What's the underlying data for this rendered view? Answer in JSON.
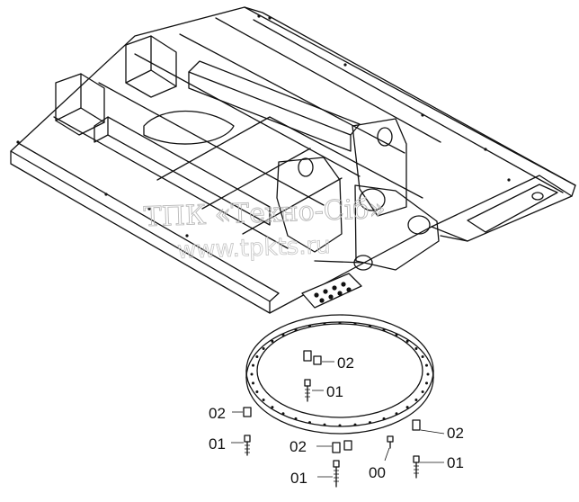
{
  "watermark": {
    "line1": "ТПК «Техно-Сіб»",
    "line2": "www.tpkts.ru"
  },
  "callouts": [
    {
      "id": "bolt-inner",
      "text": "01"
    },
    {
      "id": "spacer-inner",
      "text": "02"
    },
    {
      "id": "spacer-left",
      "text": "02"
    },
    {
      "id": "bolt-left",
      "text": "01"
    },
    {
      "id": "spacer-mid",
      "text": "02"
    },
    {
      "id": "bolt-mid",
      "text": "01"
    },
    {
      "id": "bolt-short",
      "text": "00"
    },
    {
      "id": "spacer-right",
      "text": "02"
    },
    {
      "id": "bolt-right",
      "text": "01"
    }
  ],
  "colors": {
    "line": "#111111",
    "watermark": "#b9b9b9",
    "background": "#ffffff"
  }
}
